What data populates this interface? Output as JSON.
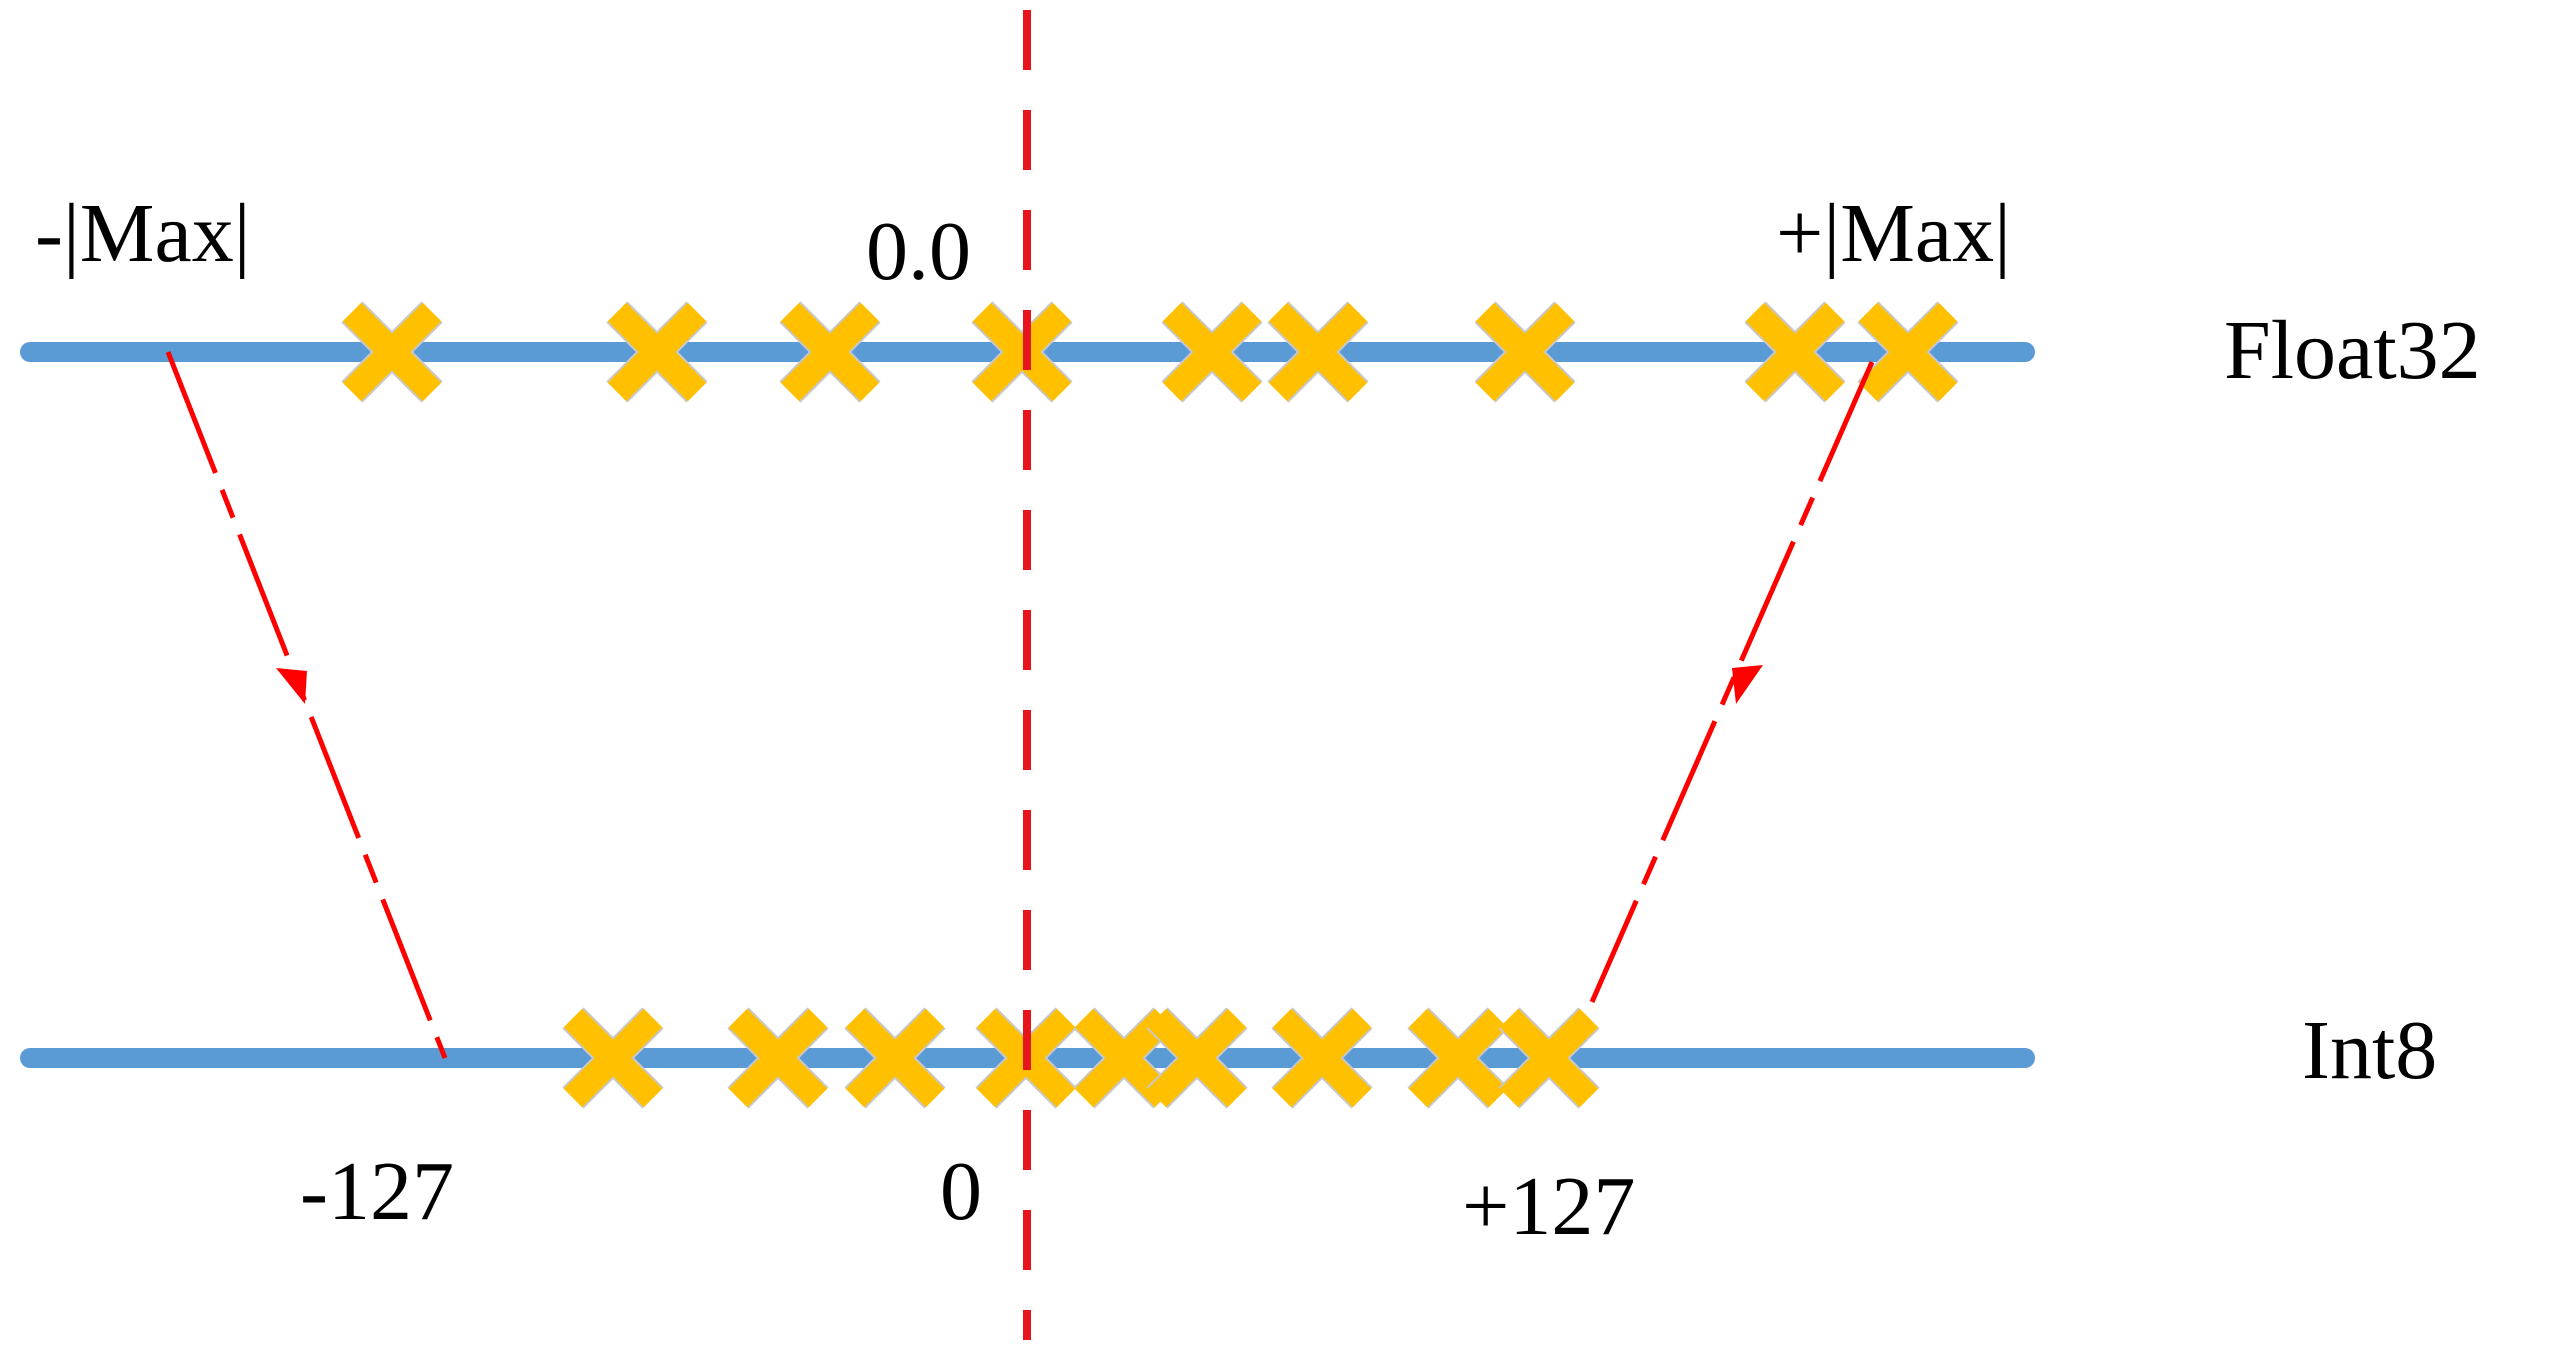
{
  "labels": {
    "neg_max": "-|Max|",
    "float_zero": "0.0",
    "pos_max": "+|Max|",
    "float32": "Float32",
    "int8": "Int8",
    "neg_127": "-127",
    "int_zero": "0",
    "pos_127": "+127"
  },
  "colors": {
    "axis_line": "#5b9bd5",
    "marker": "#ffc000",
    "marker_outline": "#c8c8c8",
    "mapping_arrow": "#ff0000",
    "zero_divider": "#e8141b"
  },
  "icons": {
    "marker": "x-mark-icon"
  }
}
